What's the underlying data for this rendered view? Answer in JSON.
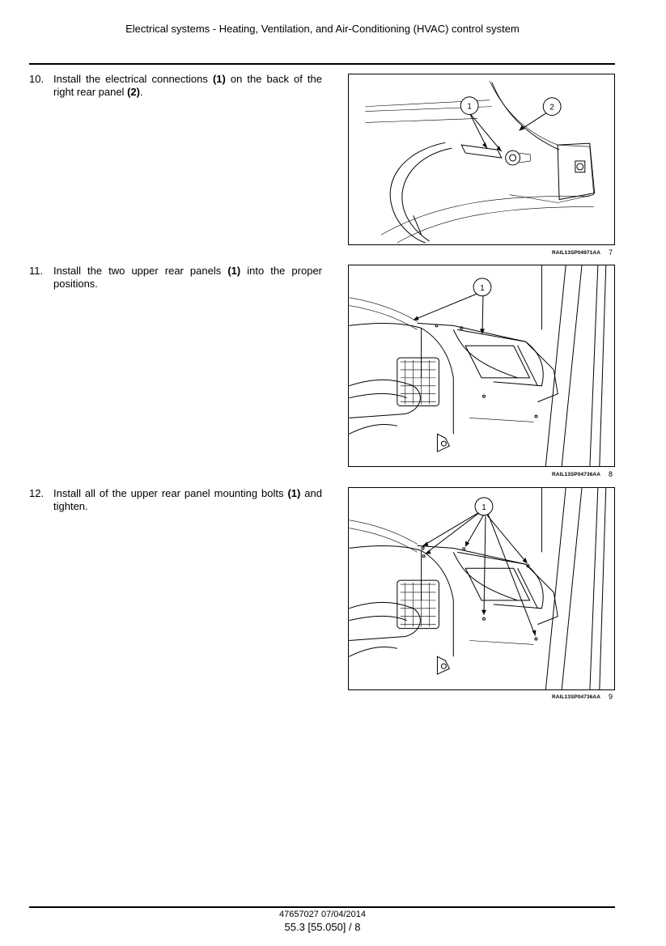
{
  "header": {
    "title": "Electrical systems - Heating, Ventilation, and Air-Conditioning (HVAC) control system"
  },
  "steps": [
    {
      "number": "10.",
      "parts": [
        "Install the electrical connections ",
        "(1)",
        " on the back of the right rear panel ",
        "(2)",
        "."
      ],
      "figure": {
        "ref": "RAIL13SP04971AA",
        "number": "7",
        "callouts": [
          "1",
          "2"
        ]
      }
    },
    {
      "number": "11.",
      "parts": [
        "Install the two upper rear panels ",
        "(1)",
        " into the proper positions."
      ],
      "figure": {
        "ref": "RAIL13SP04736AA",
        "number": "8",
        "callouts": [
          "1"
        ]
      }
    },
    {
      "number": "12.",
      "parts": [
        "Install all of the upper rear panel mounting bolts ",
        "(1)",
        " and tighten."
      ],
      "figure": {
        "ref": "RAIL13SP04736AA",
        "number": "9",
        "callouts": [
          "1"
        ]
      }
    }
  ],
  "footer": {
    "doc_id": "47657027 07/04/2014",
    "page": "55.3 [55.050] / 8"
  }
}
